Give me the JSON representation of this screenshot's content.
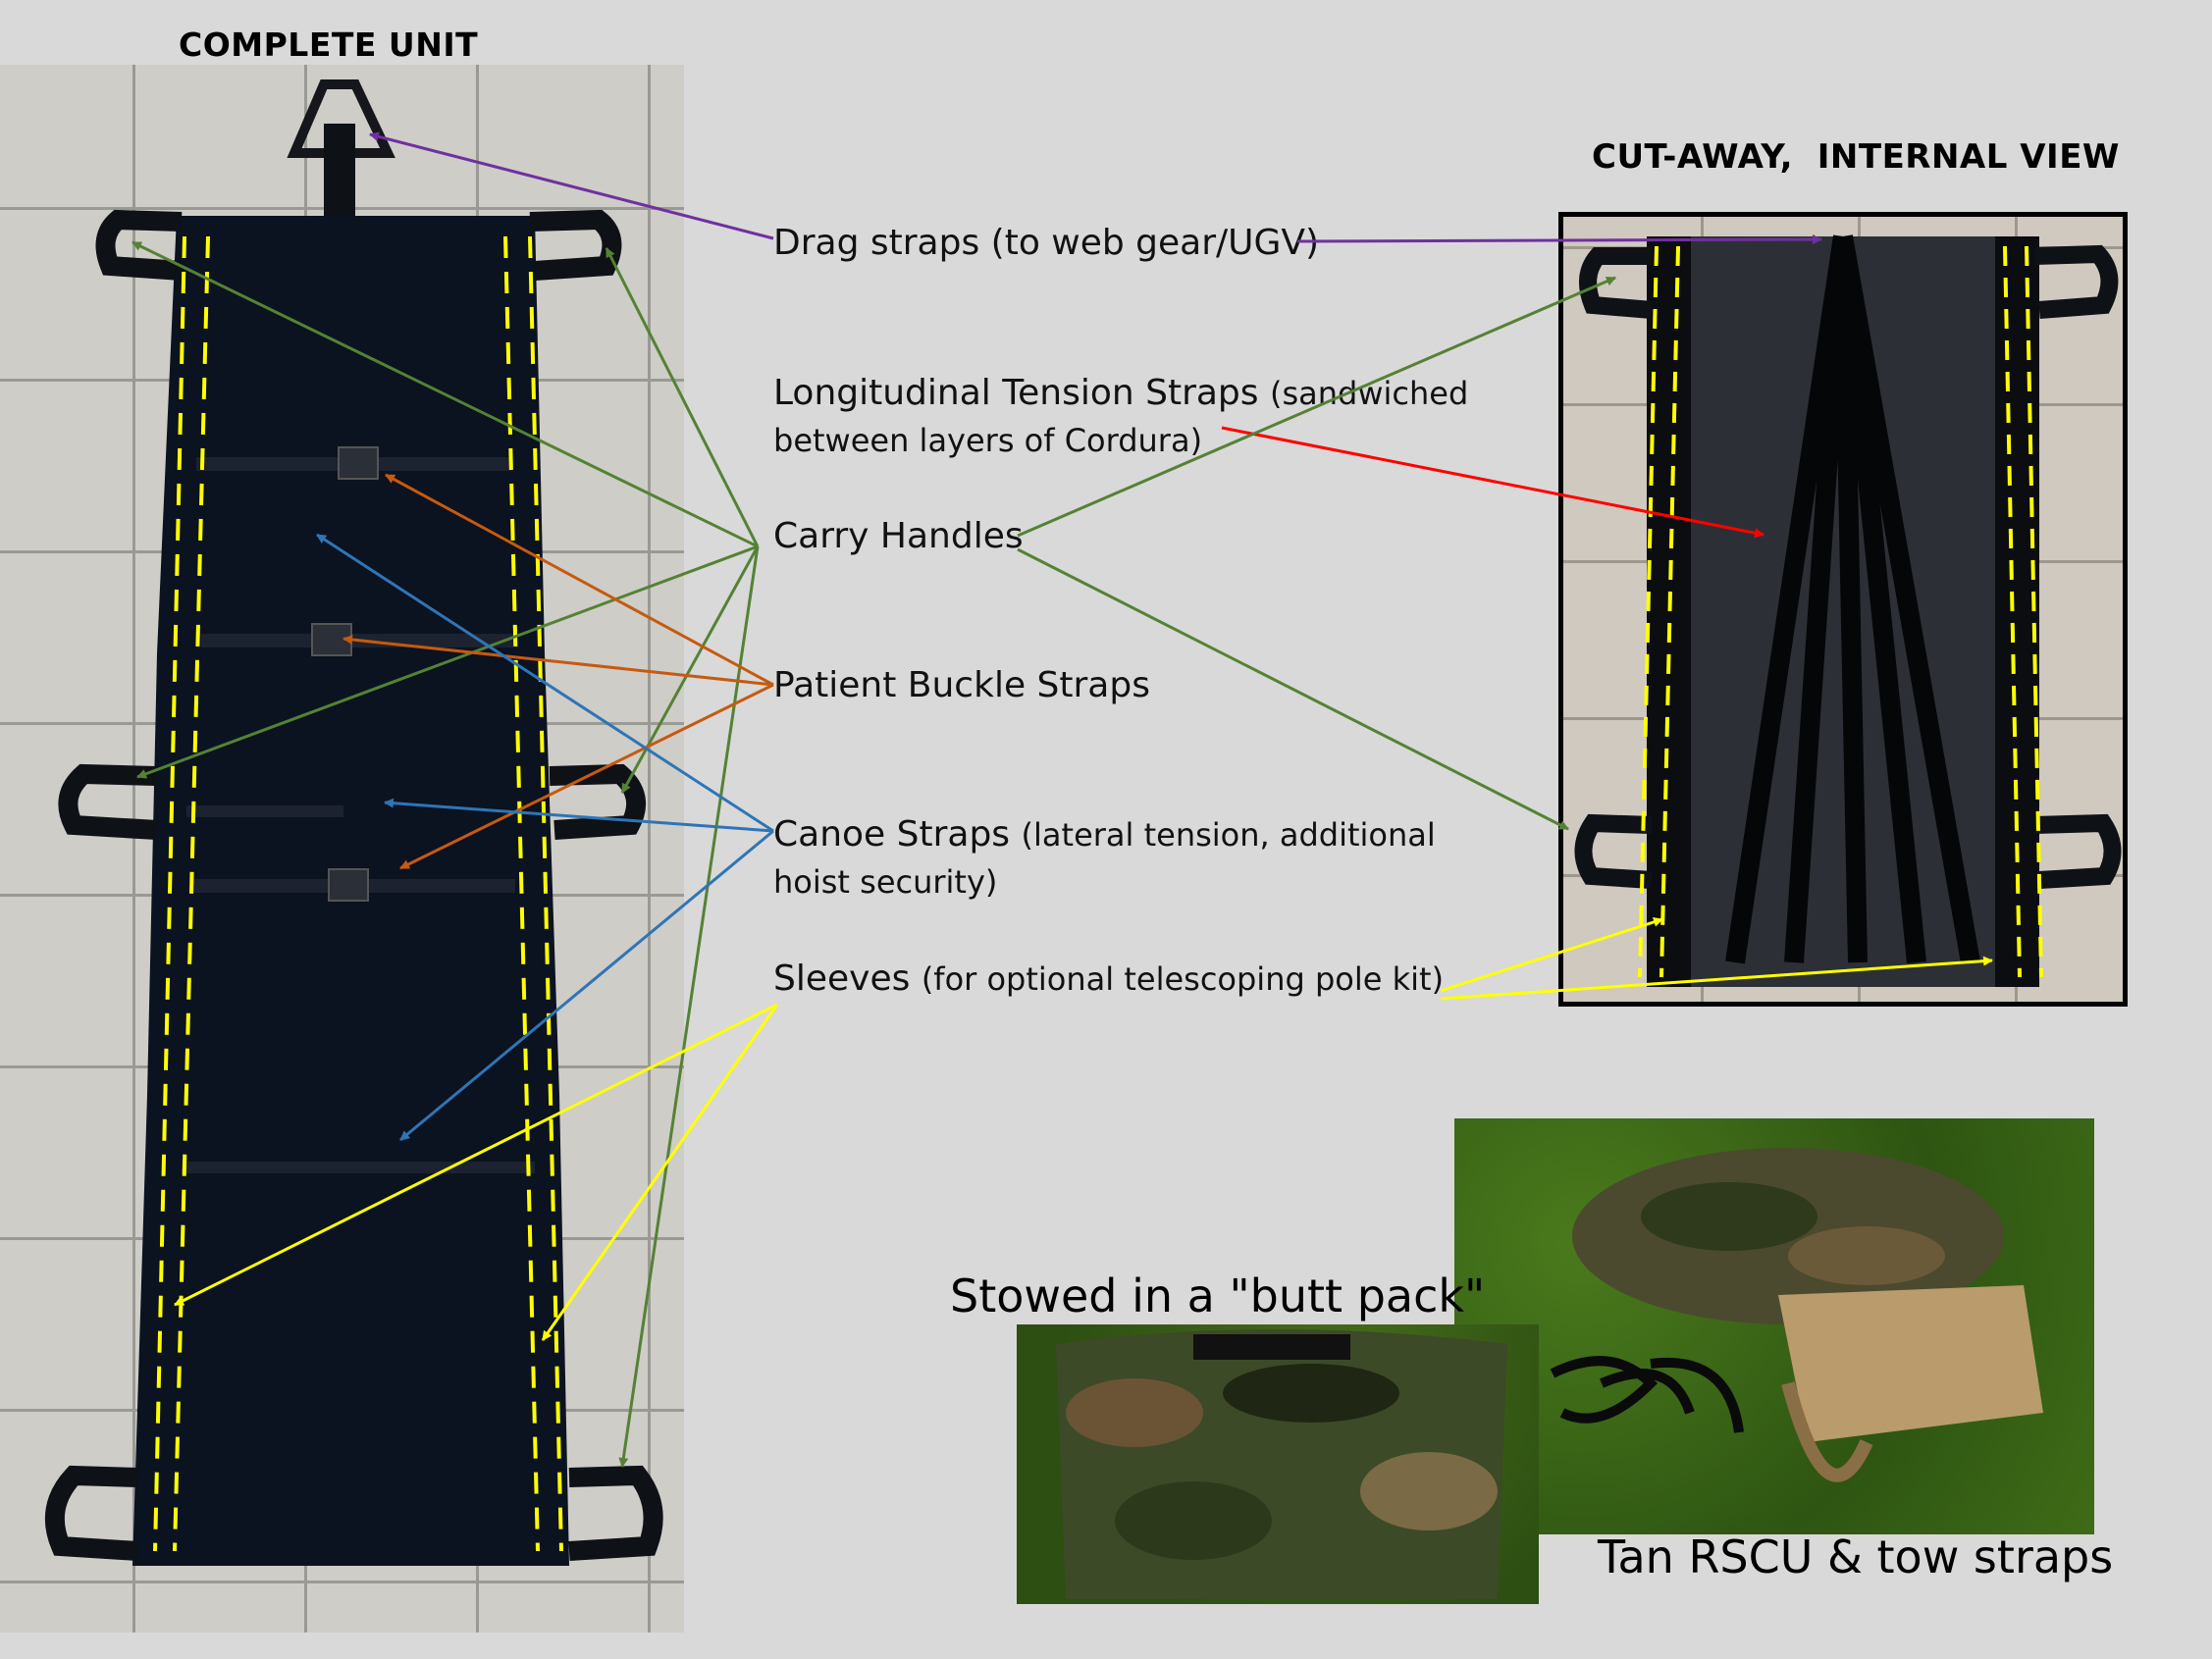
{
  "headings": {
    "complete_unit": "COMPLETE UNIT",
    "cutaway": "CUT-AWAY,  INTERNAL VIEW"
  },
  "labels": {
    "drag_straps": "Drag straps (to web gear/UGV)",
    "tension_main": "Longitudinal Tension Straps",
    "tension_sub_1": "(sandwiched",
    "tension_sub_2": "between layers of Cordura)",
    "carry_handles": "Carry Handles",
    "buckle_straps": "Patient Buckle Straps",
    "canoe_main": "Canoe Straps",
    "canoe_sub_1": "(lateral tension, additional",
    "canoe_sub_2": "hoist security)",
    "sleeves_main": "Sleeves",
    "sleeves_sub": "(for optional telescoping pole kit)"
  },
  "captions": {
    "butt_pack": "Stowed in a \"butt pack\"",
    "tan_rscu": "Tan RSCU & tow straps"
  },
  "colors": {
    "background": "#d9d9d9",
    "drag": "#7030a0",
    "tension": "#ff0000",
    "carry": "#548235",
    "buckle": "#c55a11",
    "canoe": "#2e75b6",
    "sleeve": "#ffff00",
    "litter": "#0b1220"
  }
}
